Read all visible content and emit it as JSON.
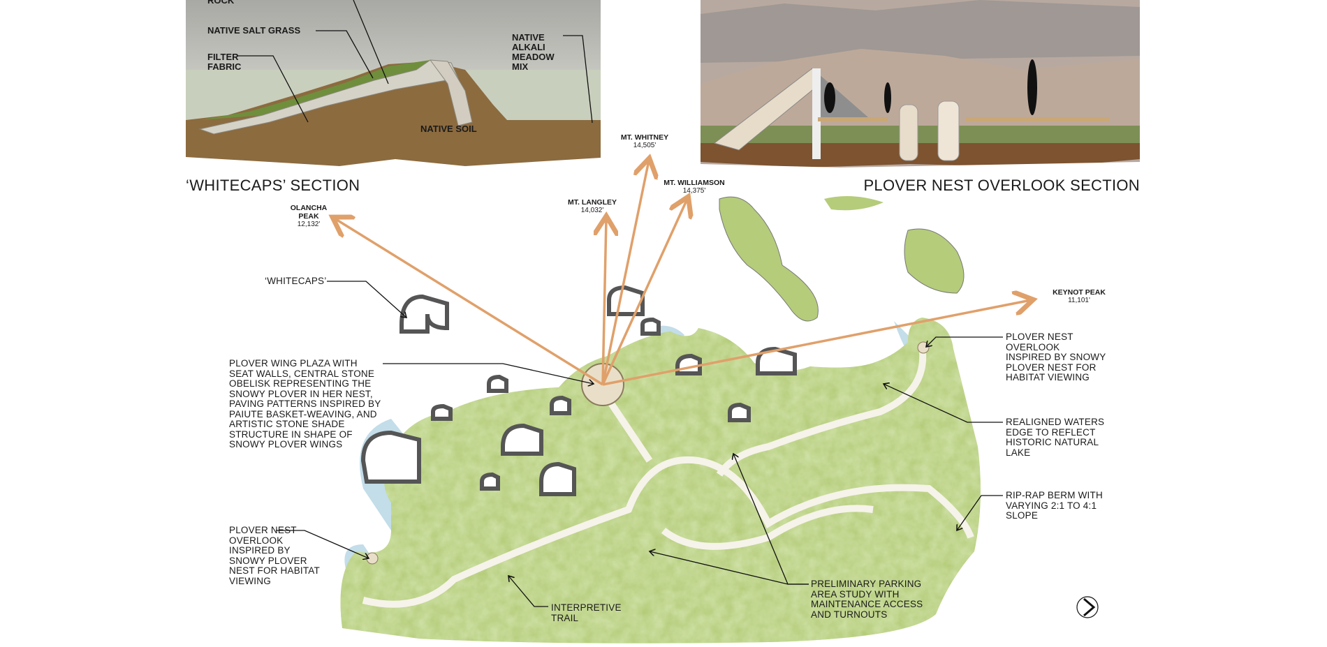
{
  "whitecaps_section": {
    "title": "‘WHITECAPS’ SECTION",
    "labels": {
      "rock": "ROCK",
      "salt_grass": "NATIVE SALT GRASS",
      "filter_fabric": "FILTER\nFABRIC",
      "alkali_meadow": "NATIVE\nALKALI\nMEADOW\nMIX",
      "native_soil": "NATIVE SOIL"
    }
  },
  "overlook_section": {
    "title": "PLOVER NEST OVERLOOK SECTION"
  },
  "peaks": [
    {
      "name": "OLANCHA PEAK",
      "elevation": "12,132'"
    },
    {
      "name": "MT. LANGLEY",
      "elevation": "14,032'"
    },
    {
      "name": "MT. WHITNEY",
      "elevation": "14,505'"
    },
    {
      "name": "MT. WILLIAMSON",
      "elevation": "14,375'"
    },
    {
      "name": "KEYNOT PEAK",
      "elevation": "11,101'"
    }
  ],
  "callouts": {
    "whitecaps": "‘WHITECAPS’",
    "plaza": "PLOVER WING PLAZA WITH SEAT WALLS, CENTRAL STONE OBELISK REPRESENTING THE SNOWY PLOVER IN HER NEST, PAVING PATTERNS INSPIRED BY PAIUTE BASKET-WEAVING, AND ARTISTIC STONE SHADE STRUCTURE IN SHAPE OF SNOWY PLOVER WINGS",
    "overlook_east": "PLOVER NEST\nOVERLOOK\nINSPIRED BY SNOWY\nPLOVER NEST FOR\nHABITAT VIEWING",
    "waters_edge": "REALIGNED WATERS\nEDGE TO REFLECT\nHISTORIC NATURAL\nLAKE",
    "riprap": "RIP-RAP BERM WITH\nVARYING 2:1 TO 4:1\nSLOPE",
    "overlook_west": "PLOVER NEST\nOVERLOOK\nINSPIRED BY\nSNOWY PLOVER\nNEST FOR HABITAT\nVIEWING",
    "trail": "INTERPRETIVE\nTRAIL",
    "parking": "PRELIMINARY PARKING\nAREA STUDY WITH\nMAINTENANCE ACCESS\nAND TURNOUTS"
  },
  "colors": {
    "arrow": "#e0a06a",
    "soil": "#8b6a3e",
    "vegetation": "#a9c46a",
    "water": "#a9cfe0"
  }
}
